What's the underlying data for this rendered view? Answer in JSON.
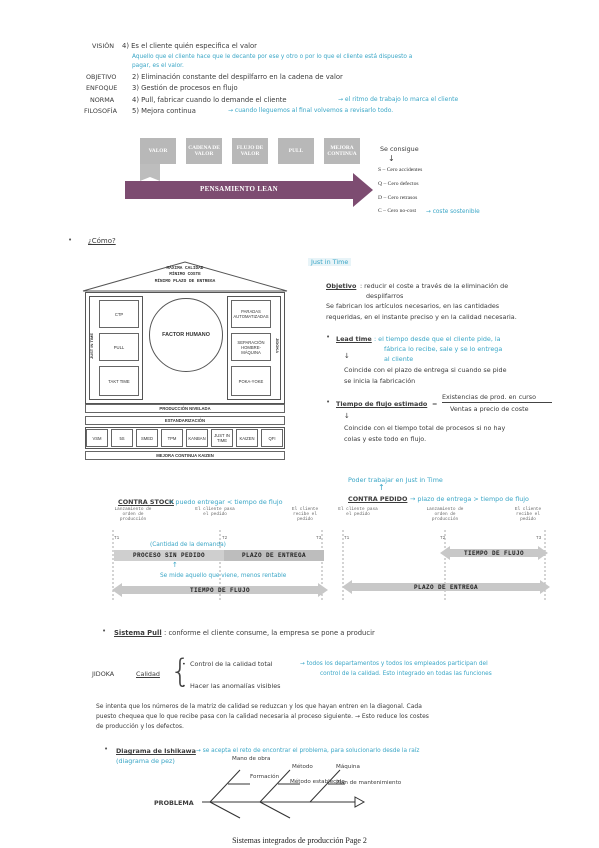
{
  "lean_block": {
    "vision_label": "VISIÓN",
    "vision_text": "4) Es el cliente quién especifica el valor",
    "vision_note_1": "Aquello que el cliente hace que le decante por ese y otro o por lo que el cliente está dispuesto a",
    "vision_note_2": "pagar, es el valor.",
    "objetivo_label": "OBJETIVO",
    "objetivo_text": "2) Eliminación constante del despilfarro en la cadena de valor",
    "enfoque_label": "ENFOQUE",
    "enfoque_text": "3) Gestión de procesos en flujo",
    "norma_label": "NORMA",
    "norma_text": "4) Pull, fabricar cuando lo demande el cliente",
    "norma_note": "→ el ritmo de trabajo lo marca el cliente",
    "filosofia_label": "FILOSOFÍA",
    "filosofia_text": "5) Mejora continua",
    "filosofia_note": "→ cuando lleguemos al final volvemos a revisarlo todo."
  },
  "lean_diagram": {
    "steps": [
      "VALOR",
      "CADENA DE VALOR",
      "FLUJO DE VALOR",
      "PULL",
      "MEJORA CONTINUA"
    ],
    "arrow_label": "PENSAMIENTO LEAN",
    "achieve_title": "Se consigue",
    "achieve_items": [
      "S – Cero accidentes",
      "Q – Cero defectos",
      "D – Cero retrasos",
      "C – Cero no-cost"
    ],
    "achieve_note": "→ coste sostenible"
  },
  "como": {
    "label": "¿Cómo?"
  },
  "house": {
    "roof_lines": [
      "MÁXIMA CALIDAD",
      "MÍNIMO COSTE",
      "MÍNIMO PLAZO DE ENTREGA"
    ],
    "left_pillar": "JUST IN TIME",
    "right_pillar": "JIDOKA",
    "left_boxes": [
      "CTP",
      "PULL",
      "TAKT TIME"
    ],
    "center": "FACTOR HUMANO",
    "right_boxes": [
      "PARADAS AUTOMATIZADAS",
      "SEPARACIÓN HOMBRE-MÁQUINA",
      "POKA-YOKE"
    ],
    "band1": "PRODUCCIÓN NIVELADA",
    "band2": "ESTANDARIZACIÓN",
    "tools": [
      "VSM",
      "5S",
      "SMED",
      "TPM",
      "KANBAN",
      "JUST IN TIME",
      "KAIZEN",
      "QFI"
    ],
    "base": "MEJORA CONTINUA KAIZEN"
  },
  "jit": {
    "title": "Just in Time",
    "objetivo_label": "Objetivo",
    "objetivo_1": ": reducir el coste a través de la eliminación de",
    "objetivo_2": "despilfarros",
    "fabrican_1": "Se fabrican los artículos necesarios, en las cantidades",
    "fabrican_2": "requeridas, en el instante preciso y en la calidad necesaria.",
    "lead_label": "Lead time",
    "lead_1": ": el tiempo desde que el cliente pide, la",
    "lead_2": "fábrica lo recibe, sale y se lo entrega",
    "lead_3": "al cliente",
    "lead_4": "Coincide con el plazo de entrega si cuando se pide",
    "lead_5": "se inicia la fabricación",
    "flujo_label": "Tiempo de flujo estimado",
    "flujo_eq": "=",
    "flujo_num": "Existencias de prod. en curso",
    "flujo_den": "Ventas a precio de coste",
    "flujo_1": "Coincide con el tiempo total de procesos si no hay",
    "flujo_2": "colas y este todo en flujo."
  },
  "timing": {
    "top_note_1": "Poder trabajar en Just in Time",
    "left_title": "CONTRA STOCK",
    "left_note": "→ puedo entregar < tiempo de flujo",
    "left_heads": [
      "Lanzamiento de orden de producción",
      "El cliente pasa el pedido",
      "El cliente recibe el pedido"
    ],
    "left_t": [
      "T1",
      "T2",
      "T3"
    ],
    "left_note2": "(Cantidad de la demanda)",
    "left_bar1a": "PROCESO SIN PEDIDO",
    "left_bar1b": "PLAZO DE ENTREGA",
    "left_note3": "Se mide aquello que viene, menos rentable",
    "left_bar2": "TIEMPO DE FLUJO",
    "right_title": "CONTRA PEDIDO",
    "right_note": "→ plazo de entrega > tiempo de flujo",
    "right_heads": [
      "El cliente pasa el pedido",
      "Lanzamiento de orden de producción",
      "El cliente recibe el pedido"
    ],
    "right_t": [
      "T1",
      "T2",
      "T3"
    ],
    "right_bar1": "TIEMPO DE FLUJO",
    "right_bar2": "PLAZO DE ENTREGA"
  },
  "pull": {
    "label": "Sistema Pull",
    "text": ": conforme el cliente consume, la empresa se pone a producir"
  },
  "jidoka": {
    "label": "JIDOKA",
    "calidad": "Calidad",
    "item1": "Control de la calidad total",
    "item1_note_1": "→ todos los departamentos y todos los empleados participan del",
    "item1_note_2": "control de la calidad. Esto integrado en todas las funciones",
    "item2": "Hacer las anomalías visibles",
    "para_1": "Se intenta que los números de la matriz de calidad se reduzcan y los que hayan entren en la diagonal. Cada",
    "para_2": "puesto chequea que lo que recibe pasa con la calidad necesaria al proceso siguiente. → Esto reduce los costes",
    "para_3": "de producción y los defectos."
  },
  "ishikawa": {
    "label": "Diagrama de Ishikawa",
    "label_2": "(diagrama de pez)",
    "note": "→ se acepta el reto de encontrar el problema, para solucionarlo desde la raíz",
    "branch1": "Mano de obra",
    "branch1_sub": "Formación",
    "branch2": "Método",
    "branch2_sub": "Método establecido",
    "branch3": "Máquina",
    "branch3_sub": "Plan de mantenimiento",
    "head": "PROBLEMA"
  },
  "footer": "Sistemas integrados de producción Page 2"
}
